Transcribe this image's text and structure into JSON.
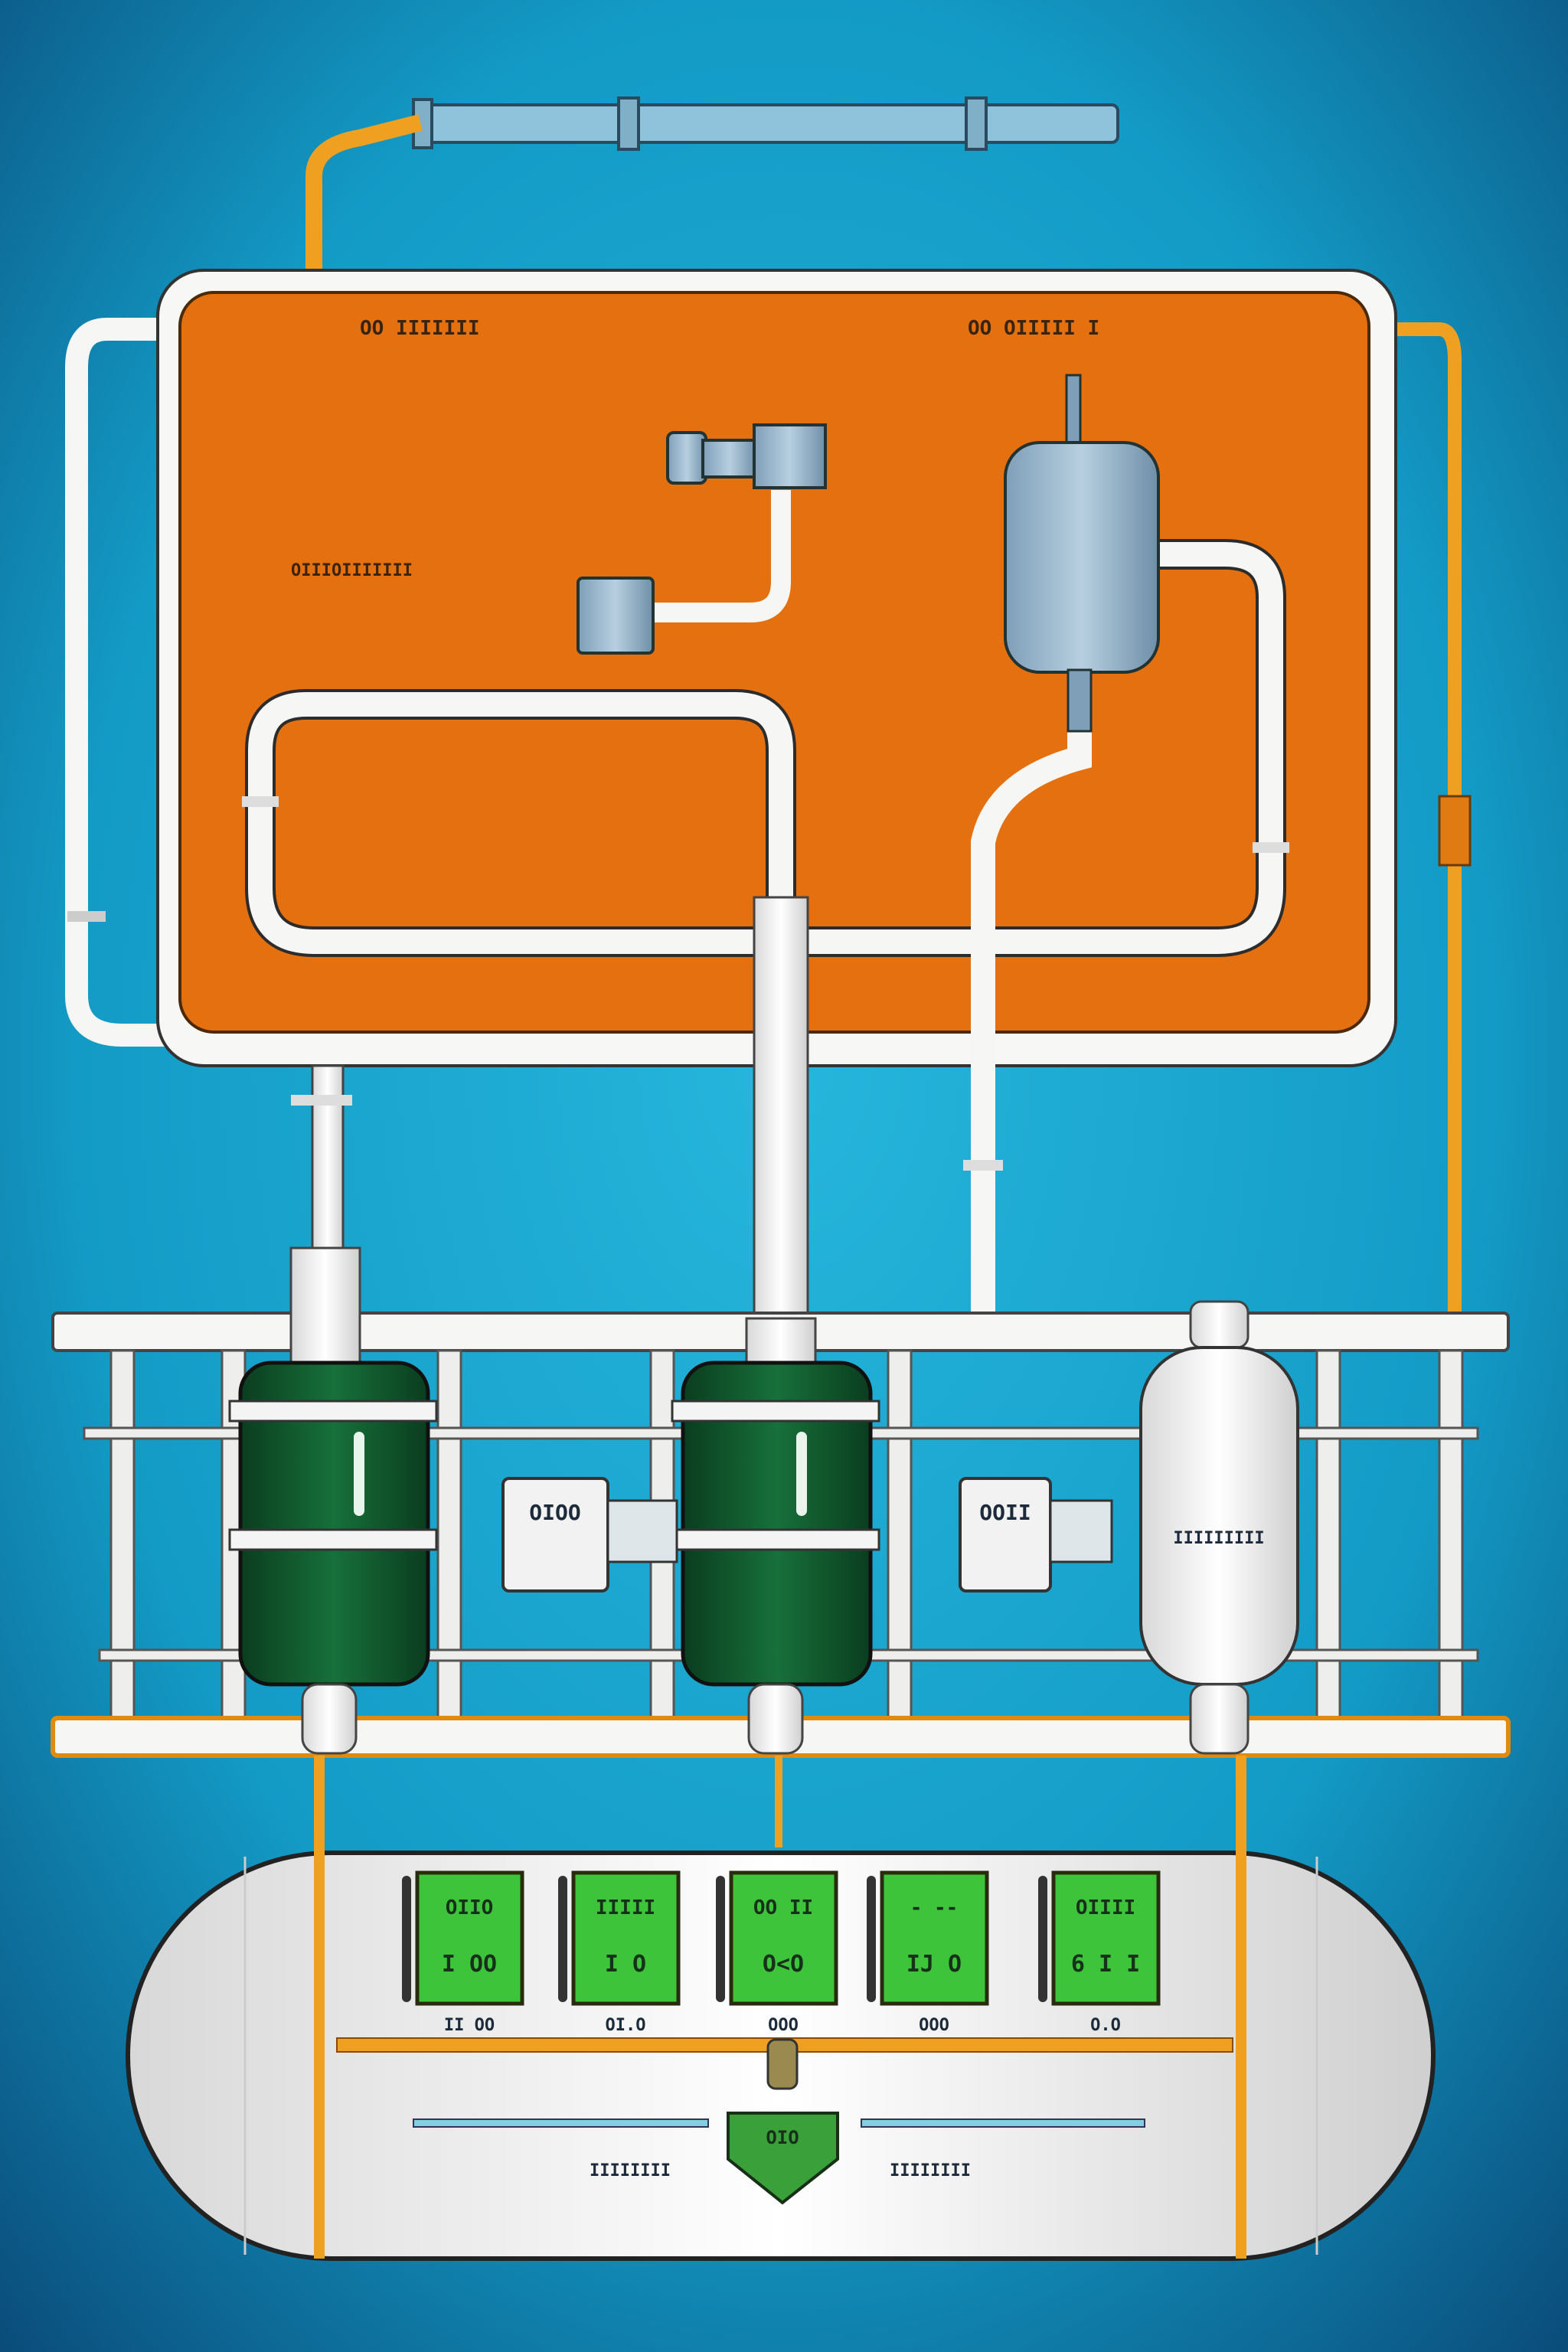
{
  "panel": {
    "label_top_left": "OO IIIIIII",
    "label_top_right": "OO OIIIII I",
    "label_mid_left": "OIIIOIIIIIII"
  },
  "rack": {
    "meter_left": "OIOO",
    "meter_right": "OOII",
    "vessel_label": "IIIIIIIII"
  },
  "tank": {
    "screens": [
      {
        "top": "OIIO",
        "bottom": "I OO",
        "caption": "II OO"
      },
      {
        "top": "IIIII",
        "bottom": "I O",
        "caption": "OI.O"
      },
      {
        "top": "OO II",
        "bottom": "O<O",
        "caption": "OOO"
      },
      {
        "top": "- --",
        "bottom": "IJ O",
        "caption": "OOO"
      },
      {
        "top": "OIIII",
        "bottom": "6 I I",
        "caption": "O.O"
      }
    ],
    "indicator_label": "OIO",
    "label_left": "IIIIIIII",
    "label_right": "IIIIIIII"
  },
  "colors": {
    "background": "#1ba3c9",
    "panel": "#e5700f",
    "pipe": "#f4f4f2",
    "orange_pipe": "#f0a020",
    "tank_green": "#0f5a2c",
    "screen_green": "#3ec43a"
  }
}
